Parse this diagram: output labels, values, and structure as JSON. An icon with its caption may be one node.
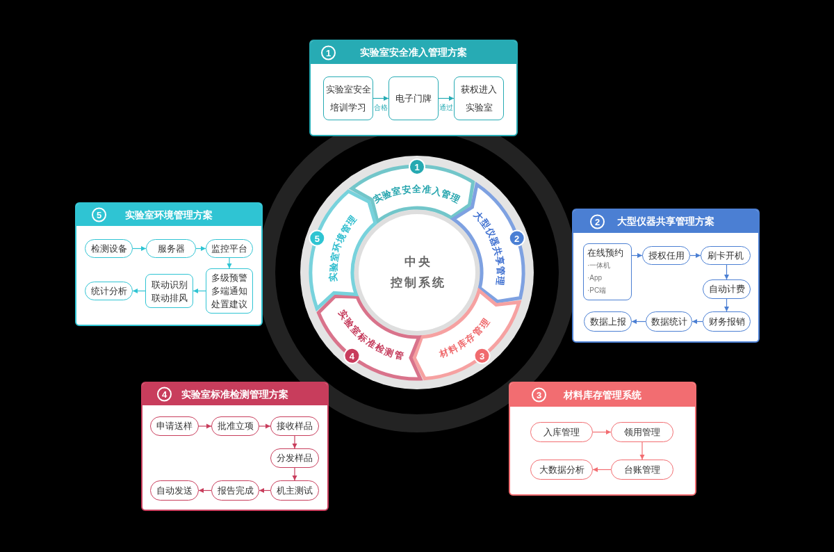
{
  "diagram": {
    "nodes": [
      {
        "text": [
          "中央",
          "控制系统"
        ]
      },
      {
        "text": [
          "1",
          "实验室安全准入管理"
        ]
      },
      {
        "text": [
          "大型仪器共享管理",
          "2"
        ]
      },
      {
        "text": [
          "3",
          "材料库存管理"
        ]
      },
      {
        "text": [
          "4",
          "实验室标准检测管"
        ]
      },
      {
        "text": [
          "5",
          "实验室环境管理"
        ]
      },
      {
        "text": [
          "1",
          "实验室安全准入管理方案"
        ]
      },
      {
        "text": [
          "实验室安全培训学习"
        ],
        "in": 6
      },
      {
        "text": [
          "电子门牌"
        ],
        "in": 6
      },
      {
        "text": [
          "获权进入实验室"
        ],
        "in": 6
      },
      {
        "text": [
          "5",
          "实验室环境管理方案"
        ]
      },
      {
        "text": [
          "检测设备"
        ],
        "in": 10
      },
      {
        "text": [
          "服务器"
        ],
        "in": 10
      },
      {
        "text": [
          "监控平台"
        ],
        "in": 10
      },
      {
        "text": [
          "多级预警",
          "多端通知",
          "处置建议"
        ],
        "in": 10
      },
      {
        "text": [
          "联动识别",
          "联动排风"
        ],
        "in": 10
      },
      {
        "text": [
          "统计分析"
        ],
        "in": 10
      },
      {
        "text": [
          "2",
          "大型仪器共享管理方案"
        ]
      },
      {
        "text": [
          "在线预约",
          "·一体机",
          "·App",
          "·PC端"
        ],
        "in": 17
      },
      {
        "text": [
          "授权任用"
        ],
        "in": 17
      },
      {
        "text": [
          "刷卡开机"
        ],
        "in": 17
      },
      {
        "text": [
          "自动计费"
        ],
        "in": 17
      },
      {
        "text": [
          "财务报销"
        ],
        "in": 17
      },
      {
        "text": [
          "数据统计"
        ],
        "in": 17
      },
      {
        "text": [
          "数据上报"
        ],
        "in": 17
      },
      {
        "text": [
          "4",
          "实验室标准检测管理方案"
        ]
      },
      {
        "text": [
          "申请送样"
        ],
        "in": 25
      },
      {
        "text": [
          "批准立项"
        ],
        "in": 25
      },
      {
        "text": [
          "接收样品"
        ],
        "in": 25
      },
      {
        "text": [
          "分发样品"
        ],
        "in": 25
      },
      {
        "text": [
          "机主测试"
        ],
        "in": 25
      },
      {
        "text": [
          "报告完成"
        ],
        "in": 25
      },
      {
        "text": [
          "自动发送"
        ],
        "in": 25
      },
      {
        "text": [
          "3",
          "材料库存管理系统"
        ]
      },
      {
        "text": [
          "入库管理"
        ],
        "in": 33
      },
      {
        "text": [
          "领用管理"
        ],
        "in": 33
      },
      {
        "text": [
          "台账管理"
        ],
        "in": 33
      },
      {
        "text": [
          "大数据分析"
        ],
        "in": 33
      }
    ],
    "edges": [
      {
        "from": 7,
        "to": 8,
        "arrow": "to",
        "label": "合格",
        "color": "#27abb4"
      },
      {
        "from": 8,
        "to": 9,
        "arrow": "to",
        "label": "通过",
        "color": "#27abb4"
      },
      {
        "from": 11,
        "to": 12,
        "arrow": "to",
        "color": "#2fc4d3"
      },
      {
        "from": 12,
        "to": 13,
        "arrow": "to",
        "color": "#2fc4d3"
      },
      {
        "from": 13,
        "to": 14,
        "arrow": "to",
        "color": "#2fc4d3"
      },
      {
        "from": 14,
        "to": 15,
        "arrow": "to",
        "color": "#2fc4d3"
      },
      {
        "from": 15,
        "to": 16,
        "arrow": "to",
        "color": "#2fc4d3"
      },
      {
        "from": 18,
        "to": 19,
        "arrow": "to",
        "color": "#4b7fd3"
      },
      {
        "from": 19,
        "to": 20,
        "arrow": "to",
        "color": "#4b7fd3"
      },
      {
        "from": 20,
        "to": 21,
        "arrow": "to",
        "color": "#4b7fd3"
      },
      {
        "from": 21,
        "to": 22,
        "arrow": "to",
        "color": "#4b7fd3"
      },
      {
        "from": 22,
        "to": 23,
        "arrow": "to",
        "color": "#4b7fd3"
      },
      {
        "from": 23,
        "to": 24,
        "arrow": "to",
        "color": "#4b7fd3"
      },
      {
        "from": 26,
        "to": 27,
        "arrow": "to",
        "color": "#c83d5c"
      },
      {
        "from": 27,
        "to": 28,
        "arrow": "to",
        "color": "#c83d5c"
      },
      {
        "from": 28,
        "to": 29,
        "arrow": "to",
        "color": "#c83d5c"
      },
      {
        "from": 29,
        "to": 30,
        "arrow": "to",
        "color": "#c83d5c"
      },
      {
        "from": 30,
        "to": 31,
        "arrow": "to",
        "color": "#c83d5c"
      },
      {
        "from": 31,
        "to": 32,
        "arrow": "to",
        "color": "#c83d5c"
      },
      {
        "from": 34,
        "to": 35,
        "arrow": "to",
        "color": "#f26d71"
      },
      {
        "from": 35,
        "to": 36,
        "arrow": "to",
        "color": "#f26d71"
      },
      {
        "from": 36,
        "to": 37,
        "arrow": "to",
        "color": "#f26d71"
      }
    ]
  }
}
